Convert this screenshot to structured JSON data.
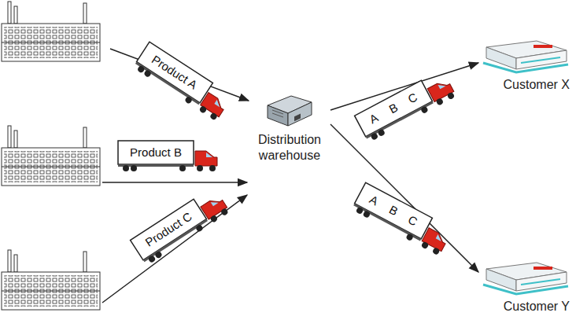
{
  "diagram": {
    "nodes": [
      {
        "text": [
          "Distribution warehouse"
        ]
      },
      {
        "text": [
          "Customer X"
        ]
      },
      {
        "text": [
          "Customer Y"
        ]
      }
    ],
    "edges": [
      {
        "from": 0,
        "to": 1,
        "arrow": "to"
      },
      {
        "from": 0,
        "to": 2,
        "arrow": "to"
      }
    ],
    "labels": [
      "Product A",
      "Product B",
      "Product C",
      "A",
      "B",
      "C",
      "A",
      "B",
      "C"
    ]
  }
}
